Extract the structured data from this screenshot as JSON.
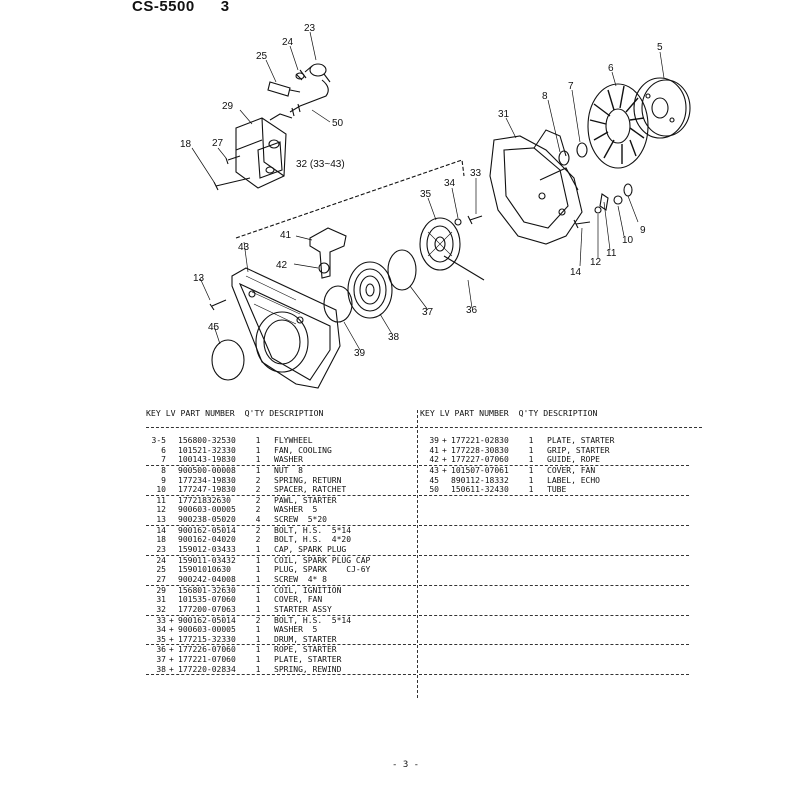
{
  "header": {
    "model": "CS-5500",
    "page_index": "3"
  },
  "callouts": [
    "23",
    "24",
    "25",
    "5",
    "6",
    "7",
    "8",
    "29",
    "50",
    "31",
    "27",
    "18",
    "32 (33~43)",
    "34",
    "33",
    "35",
    "41",
    "9",
    "10",
    "11",
    "12",
    "14",
    "13",
    "43",
    "42",
    "36",
    "45",
    "37",
    "38",
    "39"
  ],
  "table": {
    "header_text": "KEY LV PART NUMBER  Q'TY DESCRIPTION",
    "left_rows": [
      {
        "key": "3-5",
        "lv": "",
        "part": "156800-32530",
        "qty": "1",
        "desc": "FLYWHEEL",
        "ul": false
      },
      {
        "key": "6",
        "lv": "",
        "part": "101521-32330",
        "qty": "1",
        "desc": "FAN, COOLING",
        "ul": false
      },
      {
        "key": "7",
        "lv": "",
        "part": "100143-19830",
        "qty": "1",
        "desc": "WASHER",
        "ul": true
      },
      {
        "key": "8",
        "lv": "",
        "part": "900500-00008",
        "qty": "1",
        "desc": "NUT  8",
        "ul": false
      },
      {
        "key": "9",
        "lv": "",
        "part": "177234-19830",
        "qty": "2",
        "desc": "SPRING, RETURN",
        "ul": false
      },
      {
        "key": "10",
        "lv": "",
        "part": "177247-19830",
        "qty": "2",
        "desc": "SPACER, RATCHET",
        "ul": true
      },
      {
        "key": "11",
        "lv": "",
        "part": "17721832630",
        "qty": "2",
        "desc": "PAWL, STARTER",
        "ul": false
      },
      {
        "key": "12",
        "lv": "",
        "part": "900603-00005",
        "qty": "2",
        "desc": "WASHER  5",
        "ul": false
      },
      {
        "key": "13",
        "lv": "",
        "part": "900238-05020",
        "qty": "4",
        "desc": "SCREW  5*20",
        "ul": true
      },
      {
        "key": "14",
        "lv": "",
        "part": "900162-05014",
        "qty": "2",
        "desc": "BOLT, H.S.  5*14",
        "ul": false
      },
      {
        "key": "18",
        "lv": "",
        "part": "900162-04020",
        "qty": "2",
        "desc": "BOLT, H.S.  4*20",
        "ul": false
      },
      {
        "key": "23",
        "lv": "",
        "part": "159012-03433",
        "qty": "1",
        "desc": "CAP, SPARK PLUG",
        "ul": true
      },
      {
        "key": "24",
        "lv": "",
        "part": "159011-03432",
        "qty": "1",
        "desc": "COIL, SPARK PLUG CAP",
        "ul": false
      },
      {
        "key": "25",
        "lv": "",
        "part": "15901010630",
        "qty": "1",
        "desc": "PLUG, SPARK    CJ-6Y",
        "ul": false
      },
      {
        "key": "27",
        "lv": "",
        "part": "900242-04008",
        "qty": "1",
        "desc": "SCREW  4* 8",
        "ul": true
      },
      {
        "key": "29",
        "lv": "",
        "part": "156801-32630",
        "qty": "1",
        "desc": "COIL, IGNITION",
        "ul": false
      },
      {
        "key": "31",
        "lv": "",
        "part": "101535-07060",
        "qty": "1",
        "desc": "COVER, FAN",
        "ul": false
      },
      {
        "key": "32",
        "lv": "",
        "part": "177200-07063",
        "qty": "1",
        "desc": "STARTER ASSY",
        "ul": true
      },
      {
        "key": "33",
        "lv": "+",
        "part": "900162-05014",
        "qty": "2",
        "desc": "BOLT, H.S.  5*14",
        "ul": false
      },
      {
        "key": "34",
        "lv": "+",
        "part": "900603-00005",
        "qty": "1",
        "desc": "WASHER  5",
        "ul": false
      },
      {
        "key": "35",
        "lv": "+",
        "part": "177215-32330",
        "qty": "1",
        "desc": "DRUM, STARTER",
        "ul": true
      },
      {
        "key": "36",
        "lv": "+",
        "part": "177226-07060",
        "qty": "1",
        "desc": "ROPE, STARTER",
        "ul": false
      },
      {
        "key": "37",
        "lv": "+",
        "part": "177221-07060",
        "qty": "1",
        "desc": "PLATE, STARTER",
        "ul": false
      },
      {
        "key": "38",
        "lv": "+",
        "part": "177220-02834",
        "qty": "1",
        "desc": "SPRING, REWIND",
        "ul": true
      }
    ],
    "right_rows": [
      {
        "key": "39",
        "lv": "+",
        "part": "177221-02830",
        "qty": "1",
        "desc": "PLATE, STARTER",
        "ul": false
      },
      {
        "key": "41",
        "lv": "+",
        "part": "177228-30830",
        "qty": "1",
        "desc": "GRIP, STARTER",
        "ul": false
      },
      {
        "key": "42",
        "lv": "+",
        "part": "177227-07060",
        "qty": "1",
        "desc": "GUIDE, ROPE",
        "ul": true
      },
      {
        "key": "43",
        "lv": "+",
        "part": "101507-07061",
        "qty": "1",
        "desc": "COVER, FAN",
        "ul": false
      },
      {
        "key": "45",
        "lv": "",
        "part": "890112-18332",
        "qty": "1",
        "desc": "LABEL, ECHO",
        "ul": false
      },
      {
        "key": "50",
        "lv": "",
        "part": "150611-32430",
        "qty": "1",
        "desc": "TUBE",
        "ul": true
      }
    ],
    "right_blank_groups": 6
  },
  "footer": {
    "page_label": "- 3 -"
  }
}
